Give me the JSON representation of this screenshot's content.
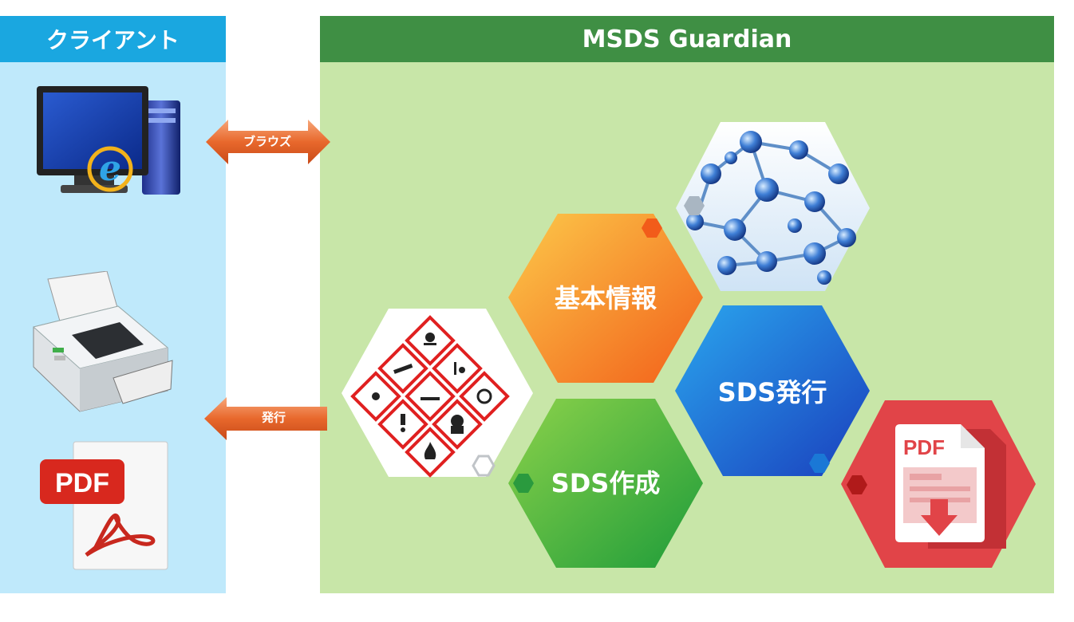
{
  "client": {
    "title": "クライアント"
  },
  "server": {
    "title": "MSDS Guardian"
  },
  "arrows": {
    "browse": "ブラウズ",
    "issue": "発行"
  },
  "hexagons": {
    "basic_info": "基本情報",
    "sds_issue": "SDS発行",
    "sds_create": "SDS作成"
  },
  "icons": {
    "pdf_label": "PDF",
    "pdf_download_label": "PDF"
  },
  "colors": {
    "client_header": "#1aa7e0",
    "client_body": "#bfe9fb",
    "server_header": "#3f8f44",
    "server_body": "#c8e6a8",
    "orange": "#f58220",
    "blue": "#1a72d6",
    "green": "#3fae49",
    "red": "#e04545"
  }
}
